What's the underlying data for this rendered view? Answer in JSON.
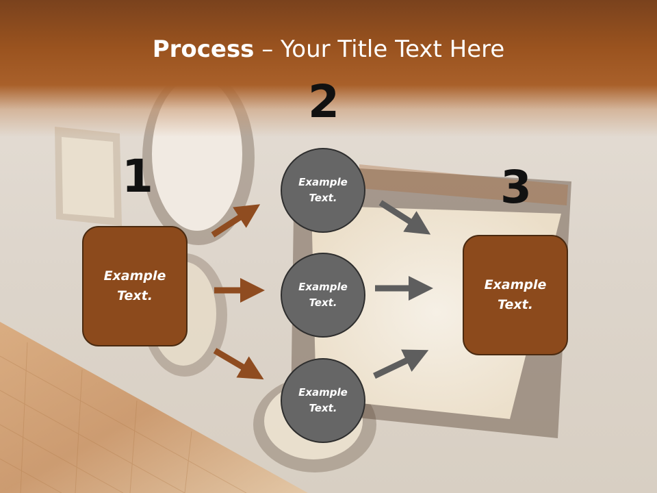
{
  "slide": {
    "title_bold": "Process",
    "title_rest": " – Your Title Text Here"
  },
  "numbers": {
    "one": "1",
    "two": "2",
    "three": "3"
  },
  "left_box": {
    "text": "Example Text."
  },
  "right_box": {
    "text": "Example Text."
  },
  "circles": [
    {
      "text": "Example Text."
    },
    {
      "text": "Example Text."
    },
    {
      "text": "Example Text."
    }
  ],
  "colors": {
    "brown_box": "#8c4a1c",
    "brown_arrow": "#8f4c20",
    "gray_circle": "#666666",
    "gray_arrow": "#5e5e5e",
    "title_band": "#9a531f"
  }
}
